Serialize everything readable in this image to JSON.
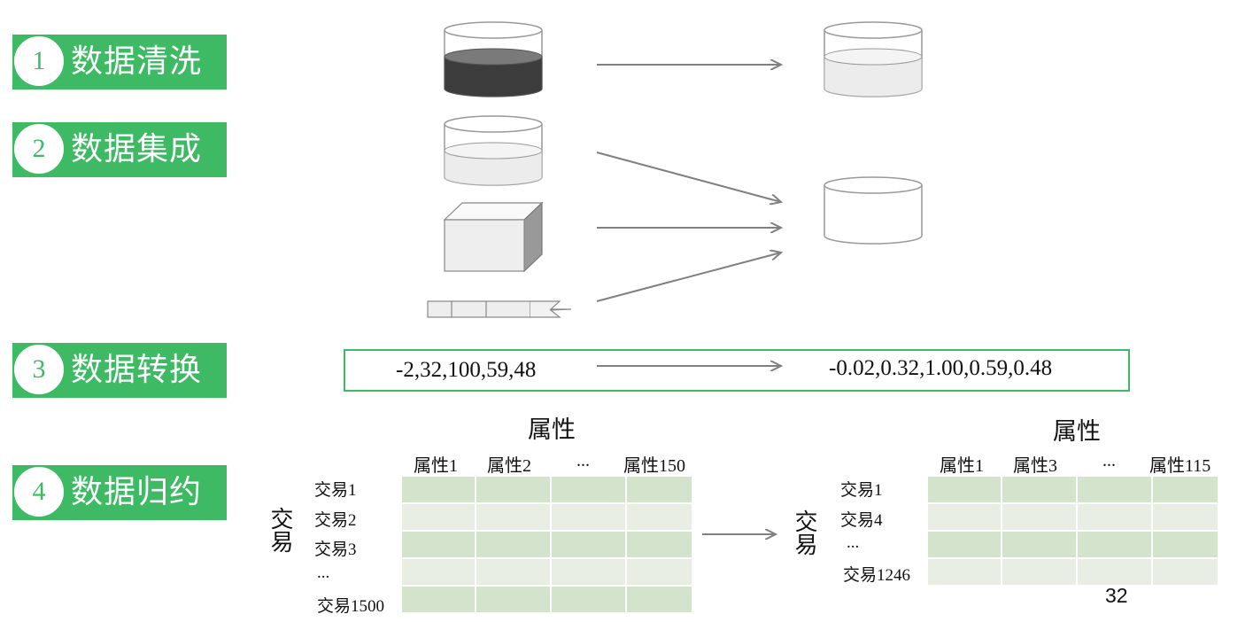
{
  "steps": [
    {
      "num": "1",
      "label": "数据清洗"
    },
    {
      "num": "2",
      "label": "数据集成"
    },
    {
      "num": "3",
      "label": "数据转换"
    },
    {
      "num": "4",
      "label": "数据归约"
    }
  ],
  "transform": {
    "input": "-2,32,100,59,48",
    "output": "-0.02,0.32,1.00,0.59,0.48"
  },
  "reduction": {
    "left": {
      "axis_title": "属性",
      "side_title": "交易",
      "columns": [
        "属性1",
        "属性2",
        "...",
        "属性150"
      ],
      "rows": [
        "交易1",
        "交易2",
        "交易3",
        "...",
        "交易1500"
      ]
    },
    "right": {
      "axis_title": "属性",
      "side_title": "交易",
      "columns": [
        "属性1",
        "属性3",
        "...",
        "属性115"
      ],
      "rows": [
        "交易1",
        "交易4",
        "...",
        "交易1246"
      ]
    }
  },
  "page_number": "32",
  "colors": {
    "accent": "#3dba63",
    "arrow": "#808080",
    "cell_dark": "#d4e4cc",
    "cell_light": "#e8eee4"
  }
}
